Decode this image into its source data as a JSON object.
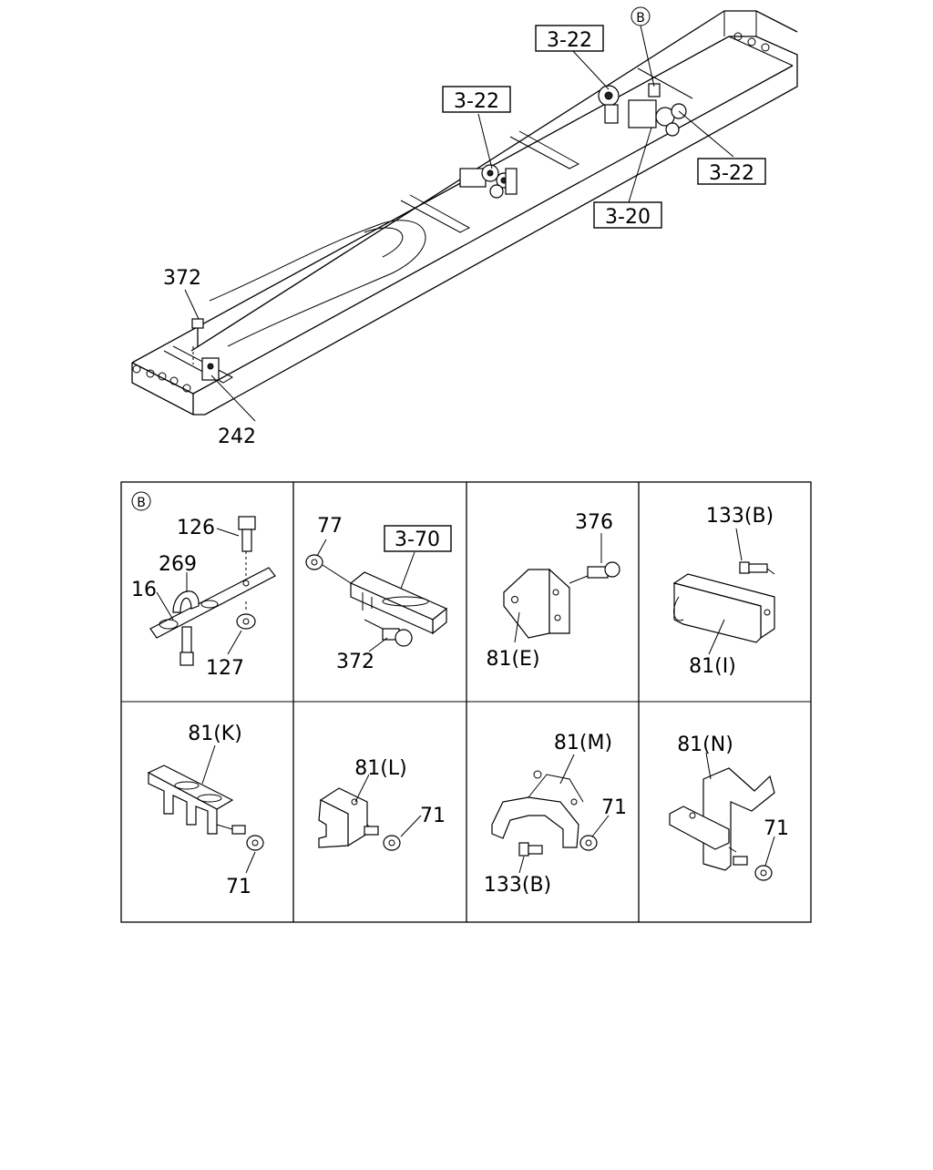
{
  "top": {
    "callouts": [
      "3-22",
      "3-22",
      "3-22",
      "3-20"
    ],
    "labels": [
      "372",
      "242"
    ],
    "circle_ref": "B"
  },
  "panels": [
    {
      "ref": "B",
      "labels": [
        "126",
        "269",
        "16",
        "127"
      ]
    },
    {
      "labels": [
        "77",
        "372"
      ],
      "callout": "3-70"
    },
    {
      "labels": [
        "376",
        "81(E)"
      ]
    },
    {
      "labels": [
        "133(B)",
        "81(I)"
      ]
    },
    {
      "labels": [
        "81(K)",
        "71"
      ]
    },
    {
      "labels": [
        "81(L)",
        "71"
      ]
    },
    {
      "labels": [
        "81(M)",
        "71",
        "133(B)"
      ]
    },
    {
      "labels": [
        "81(N)",
        "71"
      ]
    }
  ]
}
